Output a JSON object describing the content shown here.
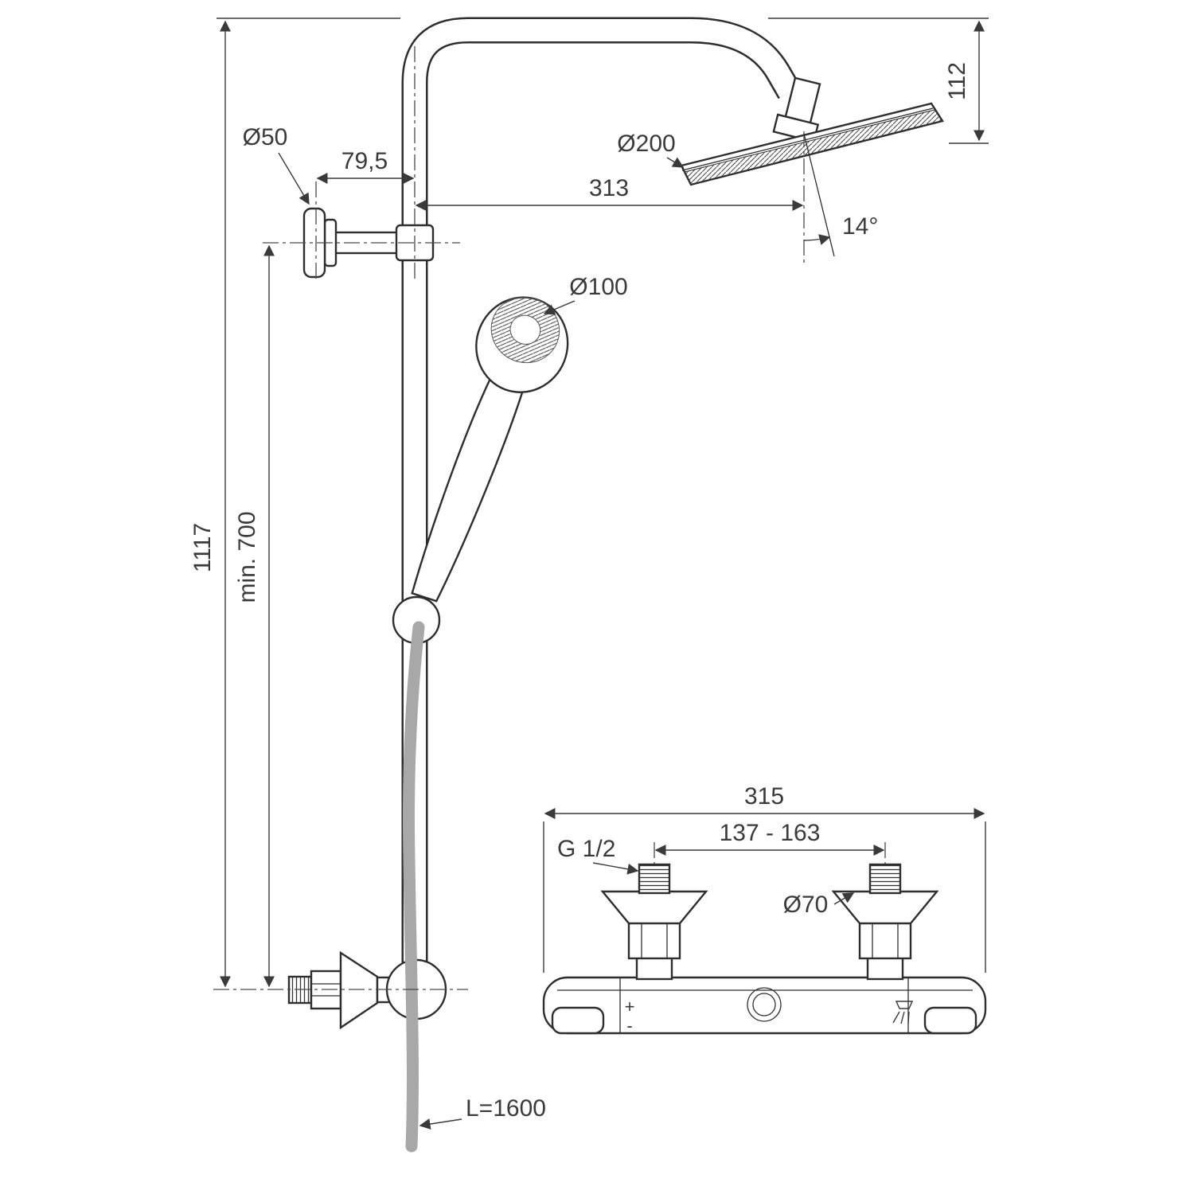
{
  "drawing": {
    "bg": "#ffffff",
    "colors": {
      "line": "#2e2e2e",
      "text": "#3a3a3a",
      "centerline": "#4a4a4a",
      "hose": "#a8a8a8"
    },
    "dims": {
      "overall_height": "1117",
      "min_install_height": "min. 700",
      "bracket_offset": "79,5",
      "bracket_flange_diameter": "Ø50",
      "arm_projection": "313",
      "rain_head_diameter": "Ø200",
      "head_vertical_drop": "112",
      "head_tilt_angle": "14°",
      "hand_shower_diameter": "Ø100",
      "hose_length": "L=1600",
      "mixer_overall_width": "315",
      "inlet_centre_distance": "137 - 163",
      "inlet_thread": "G 1/2",
      "escutcheon_diameter": "Ø70",
      "temp_plus": "+",
      "temp_minus": "-"
    }
  }
}
